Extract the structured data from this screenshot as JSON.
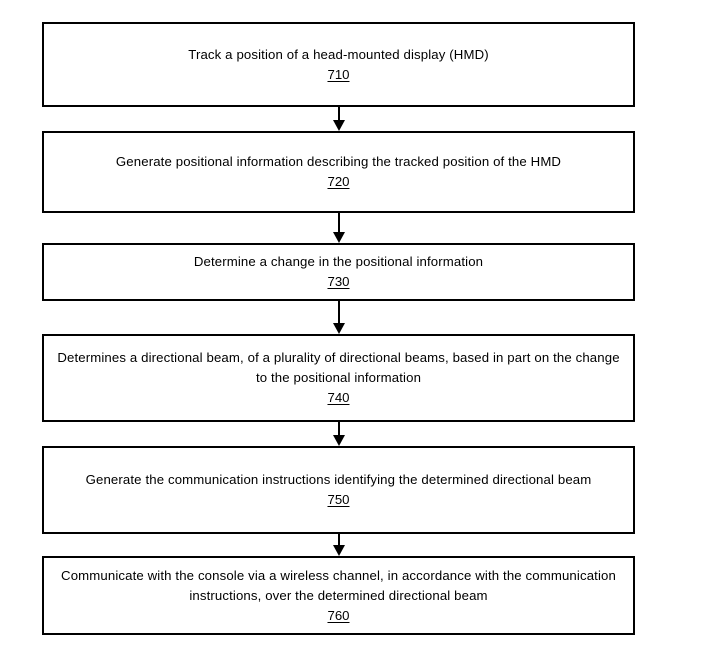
{
  "figure": {
    "type": "flowchart",
    "orientation": "vertical",
    "background_color": "#ffffff",
    "line_color": "#000000",
    "nodes": [
      {
        "ref": "710",
        "text": "Track a position of a head-mounted display (HMD)",
        "shape": "rectangle"
      },
      {
        "ref": "720",
        "text": "Generate positional information describing the tracked position of the HMD",
        "shape": "rectangle"
      },
      {
        "ref": "730",
        "text": "Determine a change in the positional information",
        "shape": "rectangle"
      },
      {
        "ref": "740",
        "text": "Determines a directional beam, of a plurality of directional beams, based in part on the change to the positional information",
        "shape": "rectangle"
      },
      {
        "ref": "750",
        "text": "Generate the communication instructions identifying the determined directional beam",
        "shape": "rectangle"
      },
      {
        "ref": "760",
        "text": "Communicate with the console via a wireless channel, in accordance with the communication instructions, over the determined directional beam",
        "shape": "rectangle"
      }
    ],
    "connectors": [
      {
        "from": "710",
        "to": "720",
        "style": "arrow-down"
      },
      {
        "from": "720",
        "to": "730",
        "style": "arrow-down"
      },
      {
        "from": "730",
        "to": "740",
        "style": "arrow-down"
      },
      {
        "from": "740",
        "to": "750",
        "style": "arrow-down"
      },
      {
        "from": "750",
        "to": "760",
        "style": "arrow-down"
      }
    ]
  }
}
